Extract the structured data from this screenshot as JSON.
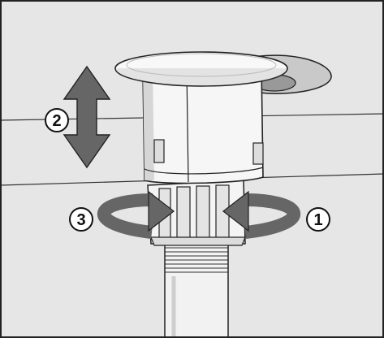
{
  "steps": [
    {
      "number": "1",
      "icon": "rotate-inward-arrow"
    },
    {
      "number": "2",
      "icon": "vertical-double-arrow"
    },
    {
      "number": "3",
      "icon": "rotate-outward-arrow"
    }
  ],
  "colors": {
    "background": "#e6e6e6",
    "frame": "#222222",
    "arrow_fill": "#666666",
    "arrow_stroke": "#222222",
    "part_fill": "#f4f4f4",
    "part_shadow": "#cfcfcf",
    "plate_fill": "#c9c9c9"
  }
}
